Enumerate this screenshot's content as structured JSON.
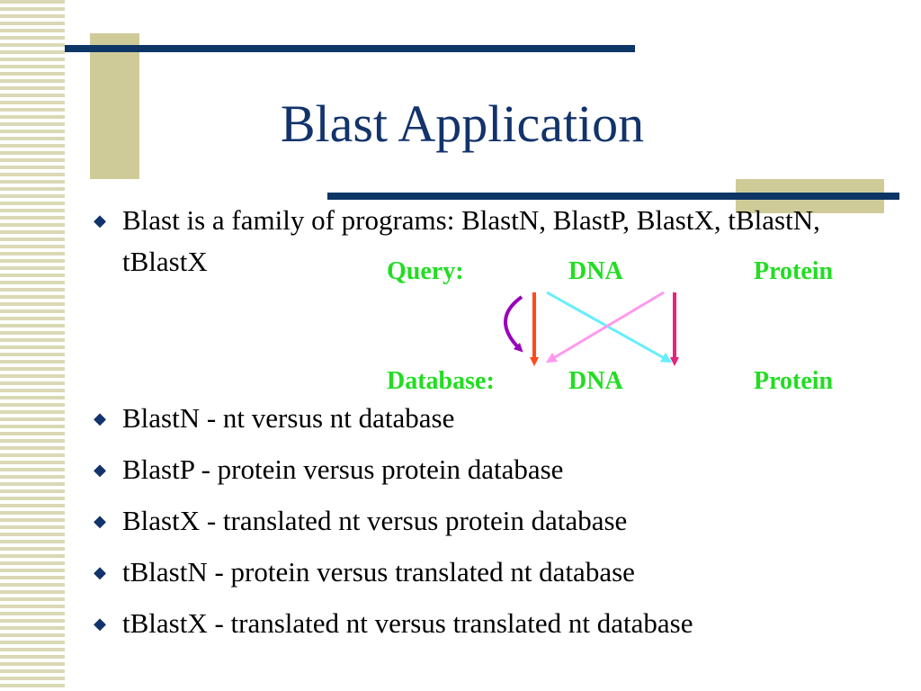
{
  "slide": {
    "title": "Blast Application",
    "bullets": [
      "Blast is a family of programs: BlastN, BlastP, BlastX, tBlastN, tBlastX",
      "BlastN - nt versus nt database",
      "BlastP - protein versus protein database",
      "BlastX - translated nt versus protein database",
      "tBlastN - protein versus translated nt database",
      "tBlastX - translated nt versus translated nt database"
    ],
    "bullet_marker": "◆"
  },
  "diagram": {
    "query_label": "Query:",
    "database_label": "Database:",
    "query_dna": "DNA",
    "query_protein": "Protein",
    "db_dna": "DNA",
    "db_protein": "Protein",
    "label_color": "#22dd22",
    "arrow_colors": {
      "blastn": "#ff4a1a",
      "blastp": "#e8237a",
      "blastx": "#ff99ee",
      "tblastn": "#66eeff",
      "tblastx": "#9900bb"
    }
  }
}
